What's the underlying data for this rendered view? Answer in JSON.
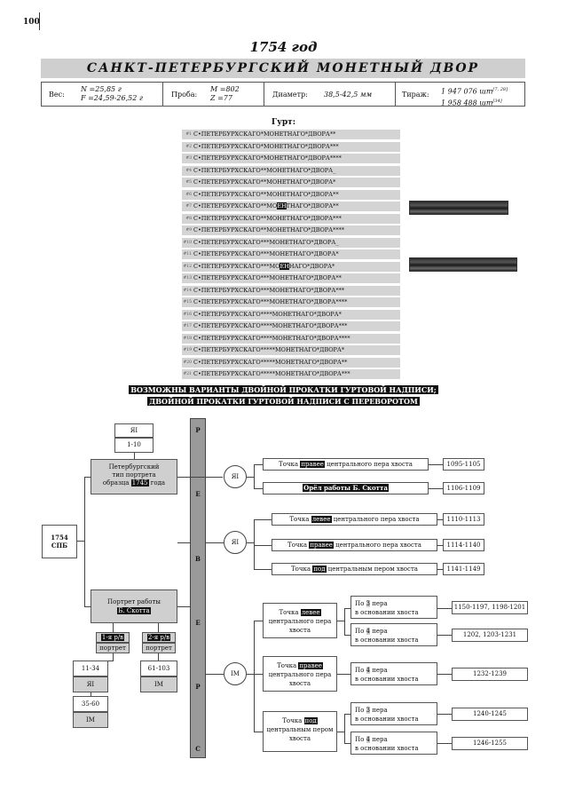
{
  "page_number": "100",
  "year_title": "1754 год",
  "mint_title": "САНКТ-ПЕТЕРБУРГСКИЙ МОНЕТНЫЙ ДВОР",
  "specs": {
    "weight_label": "Вес:",
    "weight_values": [
      "N =25,85 г",
      "F =24,59-26,52 г"
    ],
    "fineness_label": "Проба:",
    "fineness_values": [
      "M =802",
      "Z =77"
    ],
    "diameter_label": "Диаметр:",
    "diameter_value": "38,5-42,5 мм",
    "mintage_label": "Тираж:",
    "mintage_values": [
      "1 947 076 шт",
      "1 958 488 шт"
    ],
    "mintage_refs": [
      "[7, 28]",
      "[34]"
    ]
  },
  "gurt_title": "Гурт:",
  "gurt_rows": [
    {
      "num": "#1",
      "pre": "С•ПЕТЕРБУРХСКАГО*МОНЕТНАГО*ДВОРА**",
      "hl": "",
      "post": ""
    },
    {
      "num": "#2",
      "pre": "С•ПЕТЕРБУРХСКАГО*МОНЕТНАГО*ДВОРА***",
      "hl": "",
      "post": ""
    },
    {
      "num": "#3",
      "pre": "С•ПЕТЕРБУРХСКАГО*МОНЕТНАГО*ДВОРА****",
      "hl": "",
      "post": ""
    },
    {
      "num": "#4",
      "pre": "С•ПЕТЕРБУРХСКАГО**МОНЕТНАГО*ДВОРА_",
      "hl": "",
      "post": ""
    },
    {
      "num": "#5",
      "pre": "С•ПЕТЕРБУРХСКАГО**МОНЕТНАГО*ДВОРА*",
      "hl": "",
      "post": ""
    },
    {
      "num": "#6",
      "pre": "С•ПЕТЕРБУРХСКАГО**МОНЕТНАГО*ДВОРА**",
      "hl": "",
      "post": ""
    },
    {
      "num": "#7",
      "pre": "С•ПЕТЕРБУРХСКАГО**МО",
      "hl": "ЕН",
      "post": "ТНАГО*ДВОРА**"
    },
    {
      "num": "#8",
      "pre": "С•ПЕТЕРБУРХСКАГО**МОНЕТНАГО*ДВОРА***",
      "hl": "",
      "post": ""
    },
    {
      "num": "#9",
      "pre": "С•ПЕТЕРБУРХСКАГО**МОНЕТНАГО*ДВОРА****",
      "hl": "",
      "post": ""
    },
    {
      "num": "#10",
      "pre": "С•ПЕТЕРБУРХСКАГО***МОНЕТНАГО*ДВОРА_",
      "hl": "",
      "post": ""
    },
    {
      "num": "#11",
      "pre": "С•ПЕТЕРБУРХСКАГО***МОНЕТНАГО*ДВОРА*",
      "hl": "",
      "post": ""
    },
    {
      "num": "#12",
      "pre": "С•ПЕТЕРБУРХСКАГО***МО",
      "hl": "ЕН",
      "post": "НАГО*ДВОРА*"
    },
    {
      "num": "#13",
      "pre": "С•ПЕТЕРБУРХСКАГО***МОНЕТНАГО*ДВОРА**",
      "hl": "",
      "post": ""
    },
    {
      "num": "#14",
      "pre": "С•ПЕТЕРБУРХСКАГО***МОНЕТНАГО*ДВОРА***",
      "hl": "",
      "post": ""
    },
    {
      "num": "#15",
      "pre": "С•ПЕТЕРБУРХСКАГО***МОНЕТНАГО*ДВОРА****",
      "hl": "",
      "post": ""
    },
    {
      "num": "#16",
      "pre": "С•ПЕТЕРБУРХСКАГО****МОНЕТНАГО*ДВОРА*",
      "hl": "",
      "post": ""
    },
    {
      "num": "#17",
      "pre": "С•ПЕТЕРБУРХСКАГО****МОНЕТНАГО*ДВОРА***",
      "hl": "",
      "post": ""
    },
    {
      "num": "#18",
      "pre": "С•ПЕТЕРБУРХСКАГО****МОНЕТНАГО*ДВОРА****",
      "hl": "",
      "post": ""
    },
    {
      "num": "#19",
      "pre": "С•ПЕТЕРБУРХСКАГО*****МОНЕТНАГО*ДВОРА*",
      "hl": "",
      "post": ""
    },
    {
      "num": "#20",
      "pre": "С•ПЕТЕРБУРХСКАГО*****МОНЕТНАГО*ДВОРА**",
      "hl": "",
      "post": ""
    },
    {
      "num": "#21",
      "pre": "С•ПЕТЕРБУРХСКАГО*****МОНЕТНАГО*ДВОРА***",
      "hl": "",
      "post": ""
    }
  ],
  "notice_lines": [
    "ВОЗМОЖНЫ ВАРИАНТЫ ДВОЙНОЙ ПРОКАТКИ ГУРТОВОЙ НАДПИСИ;",
    "ДВОЙНОЙ ПРОКАТКИ ГУРТОВОЙ НАДПИСИ С ПЕРЕВОРОТОМ"
  ],
  "diagram": {
    "root": [
      "1754",
      "СПБ"
    ],
    "top_ai": "ЯI",
    "top_range": "1-10",
    "type1": {
      "l1": "Петербургский",
      "l2": "тип портрета",
      "l3a": "образца ",
      "l3hl": "1745",
      "l3b": " года"
    },
    "type2": {
      "l1": "Портрет работы",
      "l2": "Б. Скотта"
    },
    "reverse_letters": [
      "Р",
      "Е",
      "В",
      "Е",
      "Р",
      "С"
    ],
    "circle1": "ЯI",
    "circle2": "ЯI",
    "circle3": "IМ",
    "b1": {
      "pre": "Точка ",
      "hl": "правее",
      "post": " центрального пера хвоста",
      "range": "1095-1105"
    },
    "b2": {
      "text": "Орёл работы Б. Скотта",
      "range": "1106-1109"
    },
    "b3": {
      "pre": "Точка ",
      "hl": "левее",
      "post": " центрального пера хвоста",
      "range": "1110-1113"
    },
    "b4": {
      "pre": "Точка ",
      "hl": "правее",
      "post": " центрального пера хвоста",
      "range": "1114-1140"
    },
    "b5": {
      "pre": "Точка ",
      "hl": "под",
      "post": " центральным пером хвоста",
      "range": "1141-1149"
    },
    "g1": {
      "pre": "Точка ",
      "hl": "левее",
      "post": "центрального пера хвоста"
    },
    "g2": {
      "pre": "Точка ",
      "hl": "правее",
      "post": "центрального пера хвоста"
    },
    "g3": {
      "pre": "Точка ",
      "hl": "под",
      "post": "центральным пером хвоста"
    },
    "s1": {
      "a": "По ",
      "n": "3",
      "b": " пера",
      "c": "в основании хвоста",
      "range": "1150-1197, 1198-1201"
    },
    "s2": {
      "a": "По ",
      "n": "4",
      "b": " пера",
      "c": "в основании хвоста",
      "range": "1202, 1203-1231"
    },
    "s3": {
      "a": "По ",
      "n": "4",
      "b": " пера",
      "c": "в основании хвоста",
      "range": "1232-1239"
    },
    "s4": {
      "a": "По ",
      "n": "3",
      "b": " пера",
      "c": "в основании хвоста",
      "range": "1240-1245"
    },
    "s5": {
      "a": "По ",
      "n": "4",
      "b": " пера",
      "c": "в основании хвоста",
      "range": "1246-1255"
    },
    "p1": {
      "text": "1-я р/в",
      "sub": "портрет"
    },
    "p2": {
      "text": "2-я р/в",
      "sub": "портрет"
    },
    "l1": {
      "range": "11-34",
      "code": "ЯI"
    },
    "l2": {
      "range": "35-60",
      "code": "IМ"
    },
    "r1": {
      "range": "61-103",
      "code": "IМ"
    }
  }
}
